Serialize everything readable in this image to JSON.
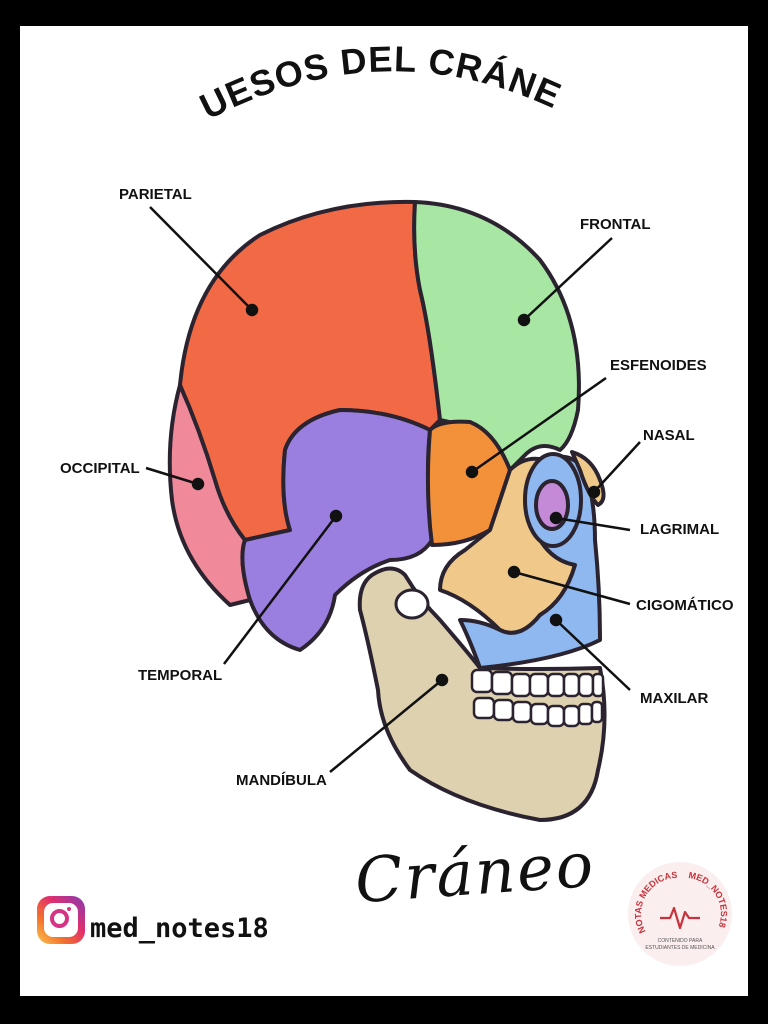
{
  "title": "HUESOS DEL CRÁNEO",
  "labels": {
    "parietal": "PARIETAL",
    "frontal": "FRONTAL",
    "esfenoides": "ESFENOIDES",
    "nasal": "NASAL",
    "occipital": "OCCIPITAL",
    "lagrimal": "LAGRIMAL",
    "cigomatico": "CIGOMÁTICO",
    "maxilar": "MAXILAR",
    "temporal": "TEMPORAL",
    "mandibula": "MANDÍBULA"
  },
  "footer": {
    "handle": "med_notes18",
    "script_title": "Cráneo",
    "logo_text_left": "NOTAS MEDICAS",
    "logo_text_right": "MED_NOTES18",
    "logo_caption_1": "CONTENIDO PARA",
    "logo_caption_2": "ESTUDIANTES DE MEDICINA"
  },
  "colors": {
    "parietal": "#f26a45",
    "frontal": "#a8e6a3",
    "temporal": "#9b7fe0",
    "esfenoides": "#f3913a",
    "occipital": "#f08a9a",
    "mandibula": "#ddd1b0",
    "cigomatico": "#f0c98a",
    "maxilar": "#8fb8f0",
    "lagrimal": "#c48ad8",
    "nasal": "#f0c98a",
    "outline": "#2b2430",
    "logo_accent": "#c8323c"
  }
}
